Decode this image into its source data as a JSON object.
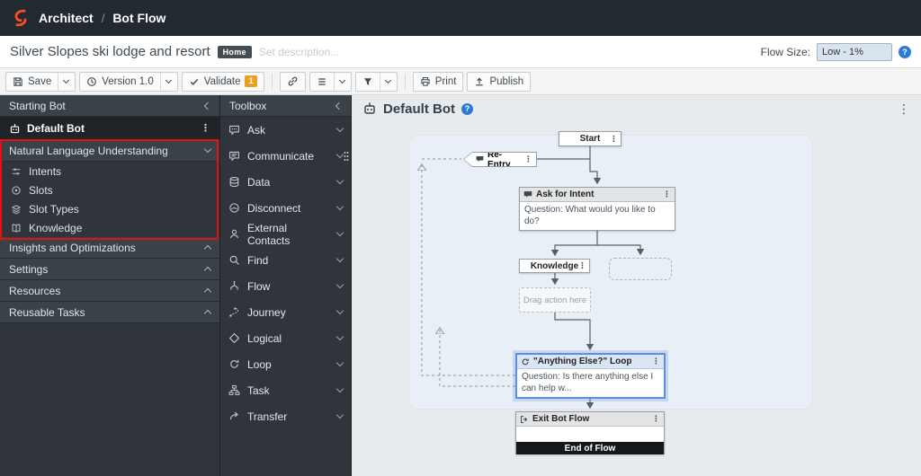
{
  "topbar": {
    "app": "Architect",
    "sep": "/",
    "page": "Bot Flow"
  },
  "titlebar": {
    "flow_name": "Silver Slopes ski lodge and resort",
    "badge": "Home",
    "description_placeholder": "Set description...",
    "flow_size_label": "Flow Size:",
    "flow_size_value": "Low - 1%"
  },
  "toolbar": {
    "save": "Save",
    "version": "Version 1.0",
    "validate": "Validate",
    "validate_badge": "1",
    "print": "Print",
    "publish": "Publish"
  },
  "sidebar": {
    "starting_bot_header": "Starting Bot",
    "default_bot": "Default Bot",
    "nlu_header": "Natural Language Understanding",
    "nlu_items": [
      {
        "label": "Intents"
      },
      {
        "label": "Slots"
      },
      {
        "label": "Slot Types"
      },
      {
        "label": "Knowledge"
      }
    ],
    "collapsed_sections": [
      {
        "label": "Insights and Optimizations"
      },
      {
        "label": "Settings"
      },
      {
        "label": "Resources"
      },
      {
        "label": "Reusable Tasks"
      }
    ]
  },
  "toolbox": {
    "header": "Toolbox",
    "items": [
      {
        "label": "Ask"
      },
      {
        "label": "Communicate"
      },
      {
        "label": "Data"
      },
      {
        "label": "Disconnect"
      },
      {
        "label": "External Contacts"
      },
      {
        "label": "Find"
      },
      {
        "label": "Flow"
      },
      {
        "label": "Journey"
      },
      {
        "label": "Logical"
      },
      {
        "label": "Loop"
      },
      {
        "label": "Task"
      },
      {
        "label": "Transfer"
      }
    ]
  },
  "canvas": {
    "title": "Default Bot",
    "nodes": {
      "start": {
        "label": "Start"
      },
      "reentry": {
        "label": "Re-Entry"
      },
      "ask_for_intent": {
        "title": "Ask for Intent",
        "body": "Question: What would you like to do?"
      },
      "knowledge": {
        "label": "Knowledge"
      },
      "drag_action": {
        "label": "Drag action here"
      },
      "loop": {
        "title": "\"Anything Else?\" Loop",
        "body": "Question: Is there anything else I can help w..."
      },
      "exit": {
        "title": "Exit Bot Flow",
        "footer": "End of Flow"
      }
    }
  },
  "colors": {
    "brand_orange": "#ff4f1f",
    "validate_badge_bg": "#eca021",
    "annotation_red": "#e31212",
    "selection_blue": "#5c8fe0",
    "help_blue": "#2b7bd3"
  }
}
